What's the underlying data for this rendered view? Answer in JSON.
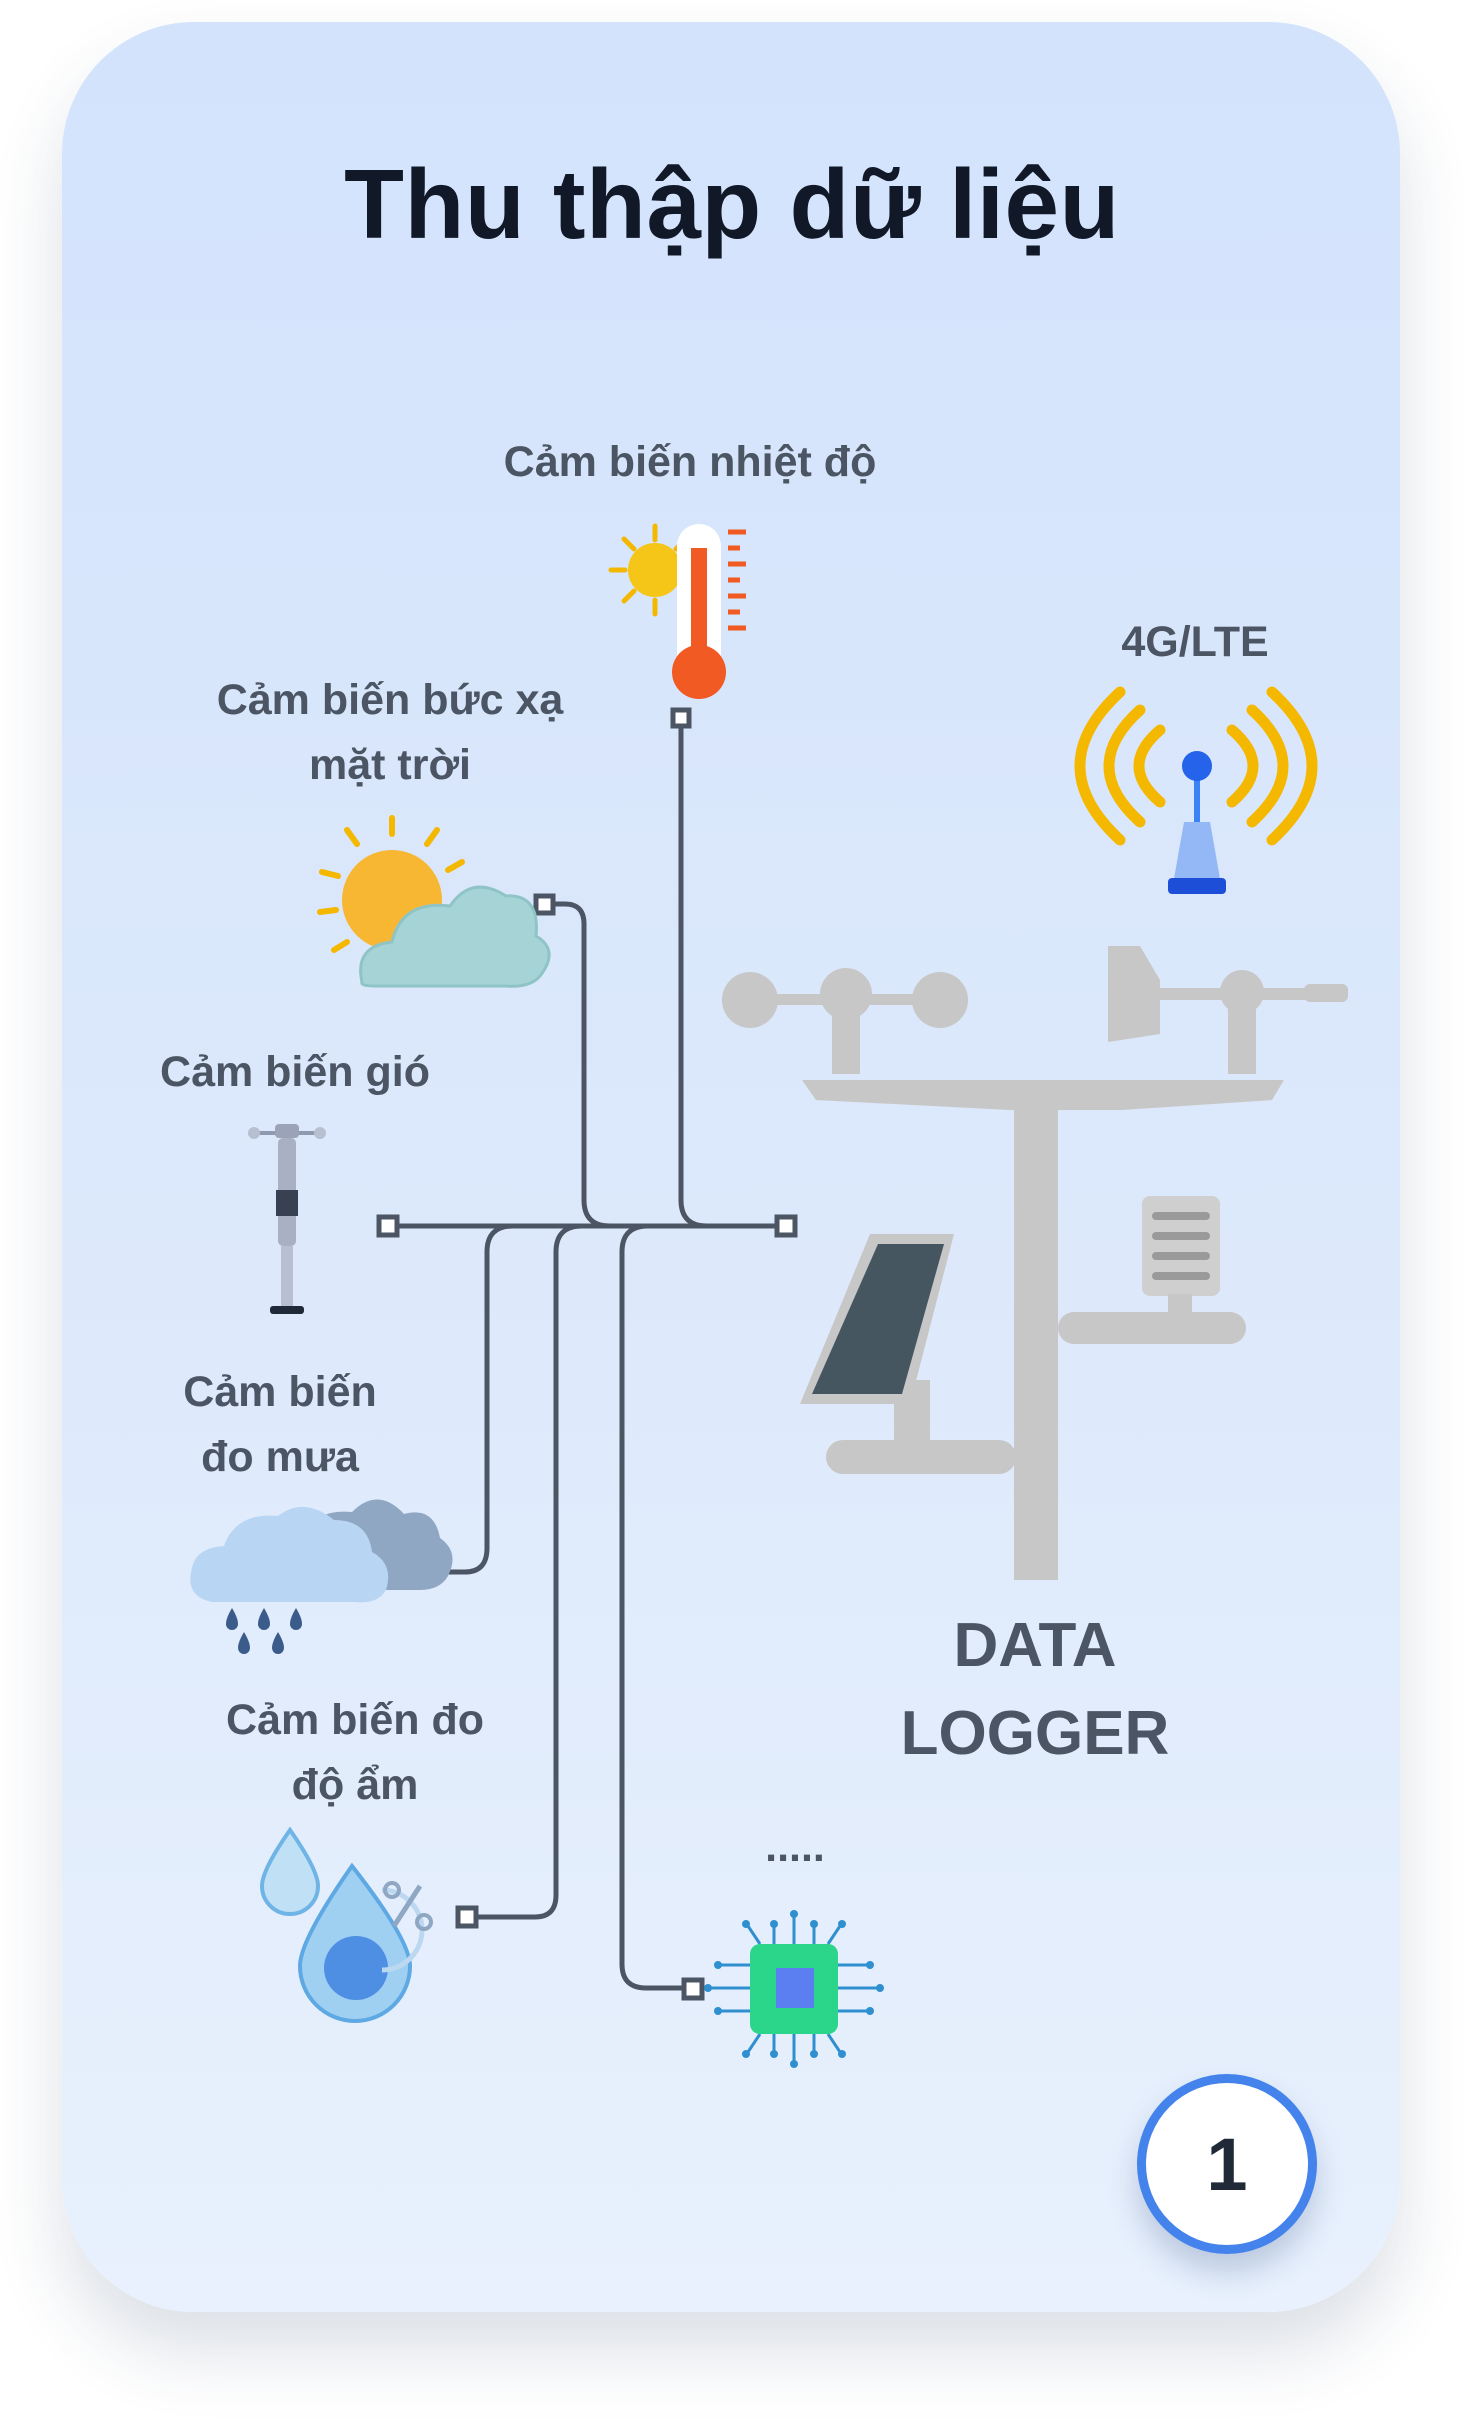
{
  "title": "Thu thập dữ liệu",
  "sensors": {
    "temperature": "Cảm biến nhiệt độ",
    "solar_line1": "Cảm biến bức xạ",
    "solar_line2": "mặt trời",
    "wind": "Cảm biến gió",
    "rain_line1": "Cảm biến",
    "rain_line2": "đo mưa",
    "humidity_line1": "Cảm biến đo",
    "humidity_line2": "độ ẩm",
    "more": "....."
  },
  "network_label": "4G/LTE",
  "logger": {
    "line1": "DATA",
    "line2": "LOGGER"
  },
  "page_number": "1",
  "colors": {
    "wire": "#4b5563",
    "station": "#c7c7c7",
    "signal": "#f5b800",
    "accent_blue": "#4483ec",
    "chip": "#2bd68a"
  },
  "icons": [
    "thermometer-sun-icon",
    "sun-cloud-icon",
    "anemometer-icon",
    "rain-cloud-icon",
    "humidity-drops-icon",
    "antenna-icon",
    "weather-station-icon",
    "chip-icon"
  ]
}
